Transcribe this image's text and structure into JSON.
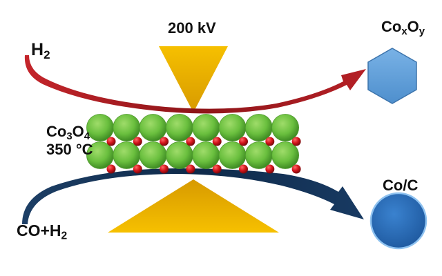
{
  "labels": {
    "voltage": "200 kV",
    "h2": {
      "base": "H",
      "sub": "2"
    },
    "oxide_product": {
      "p1": "Co",
      "s1": "x",
      "p2": "O",
      "s2": "y"
    },
    "carbide_product": "Co/C",
    "sample_formula": {
      "p1": "Co",
      "s1": "3",
      "p2": "O",
      "s2": "4"
    },
    "sample_temperature": "350 °C",
    "gas_mix": {
      "base": "CO+H",
      "sub": "2"
    }
  },
  "colors": {
    "cobalt_atom": "#6abf3e",
    "oxygen_atom": "#d3141b",
    "electron_beam": "#f0b400",
    "h2_arrow": "#a81c22",
    "gas_mix_arrow": "#0f2a4a",
    "oxide_hexagon": "#5b9bd5",
    "carbide_circle": "#2e6db5"
  },
  "lattice": {
    "columns": 8,
    "rows": 2
  },
  "icons": {
    "upper_beam": "pole-piece-cone-down",
    "lower_beam": "pole-piece-cone-up",
    "oxide_product": "hexagon",
    "carbide_product": "circle"
  }
}
